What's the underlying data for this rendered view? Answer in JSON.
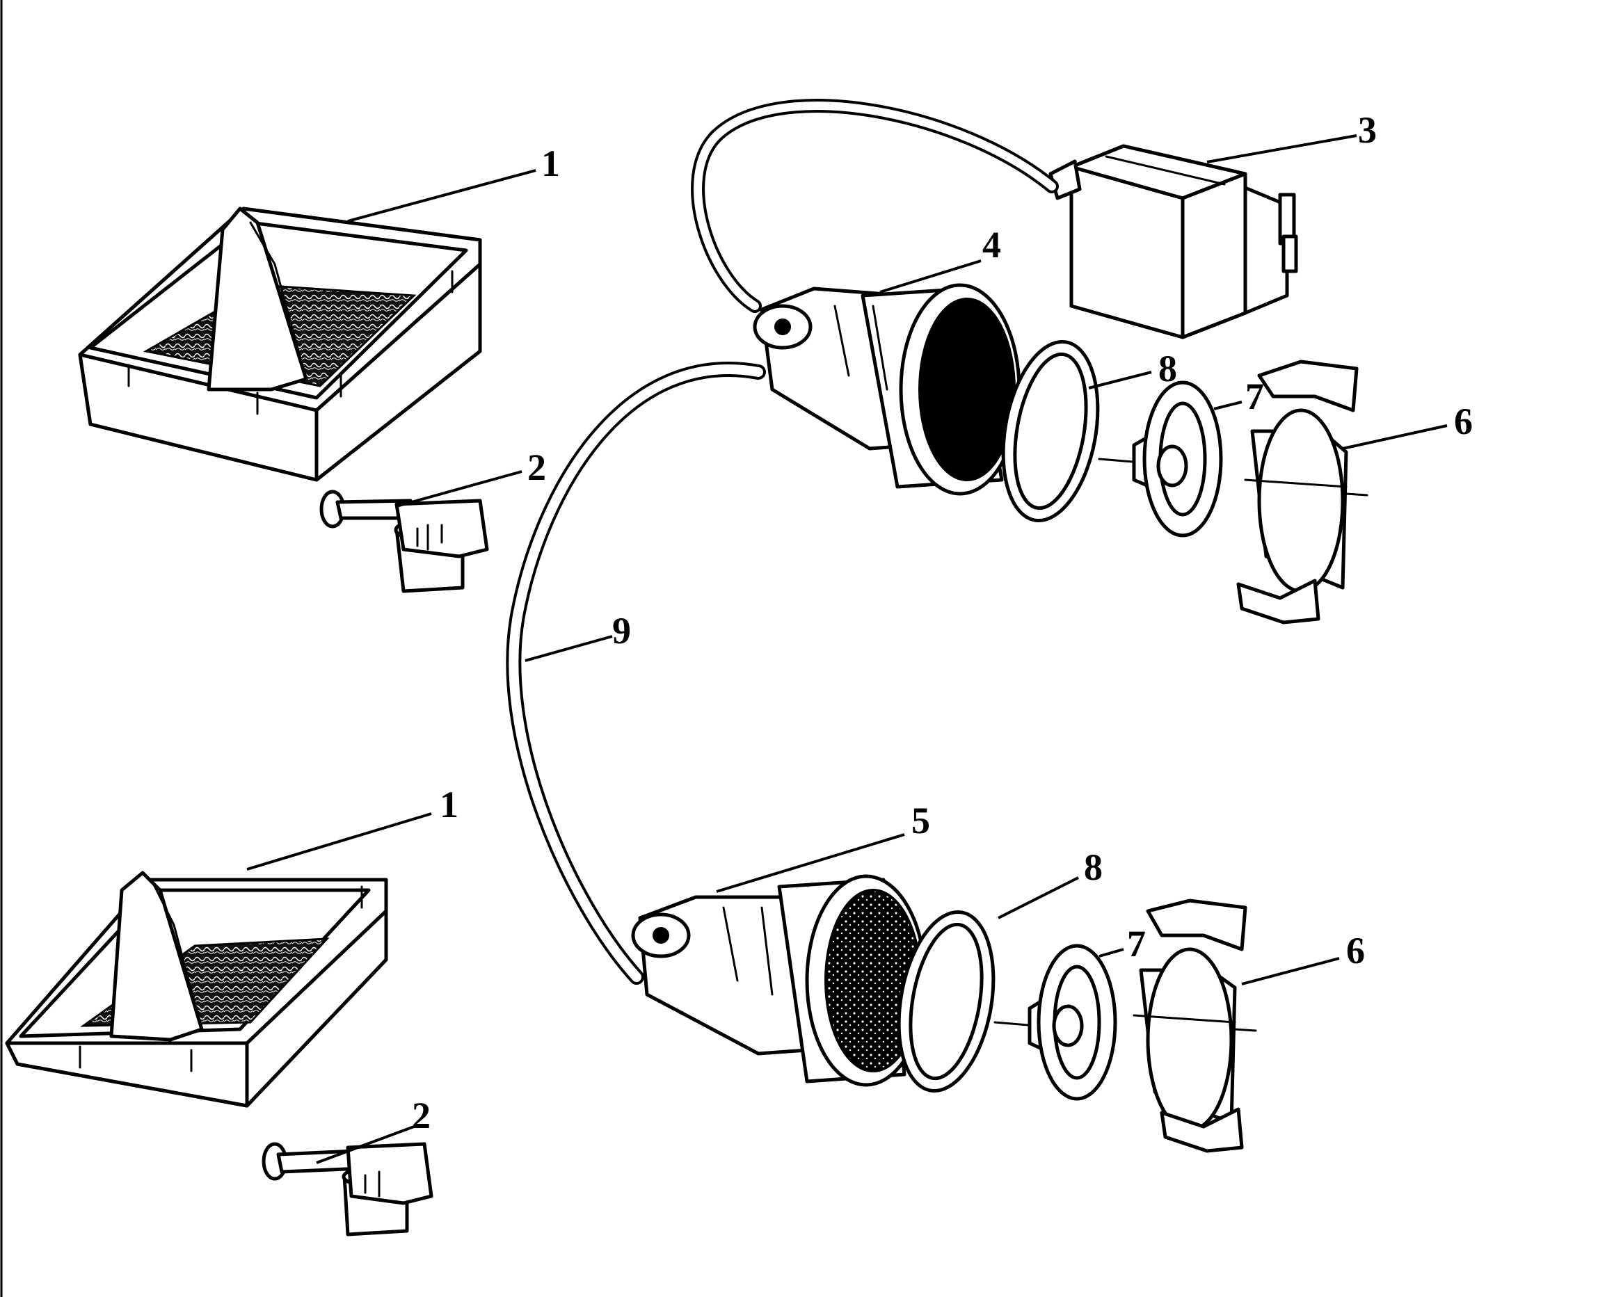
{
  "callouts": {
    "c1_top": "1",
    "c2_top": "2",
    "c3": "3",
    "c4": "4",
    "c8_top": "8",
    "c7_top": "7",
    "c6_top": "6",
    "c9": "9",
    "c1_bottom": "1",
    "c5": "5",
    "c8_bottom": "8",
    "c7_bottom": "7",
    "c6_bottom": "6",
    "c2_bottom": "2"
  },
  "colors": {
    "ink": "#000000",
    "paper": "#ffffff"
  }
}
